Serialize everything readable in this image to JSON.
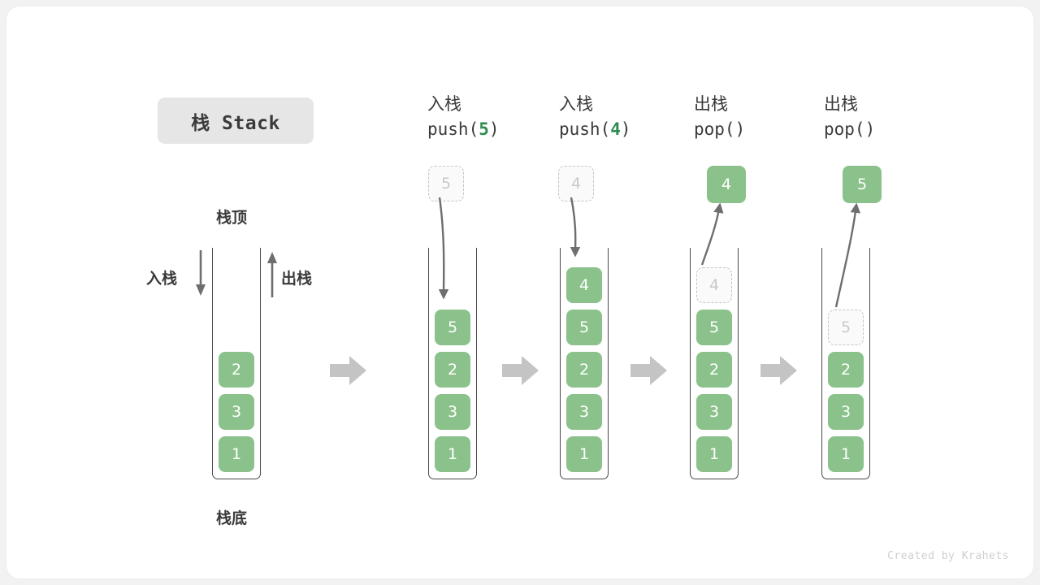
{
  "title_badge": "栈 Stack",
  "labels": {
    "top": "栈顶",
    "bottom": "栈底",
    "push": "入栈",
    "pop": "出栈"
  },
  "footer": "Created by Krahets",
  "colors": {
    "cell_fill": "#8bc28b",
    "cell_text": "#ffffff",
    "ghost_fill": "#fafafa",
    "ghost_text": "#c9c9c9",
    "ghost_border": "#c4c4c4",
    "container_border": "#4a4a4a",
    "flow_arrow": "#c4c4c4",
    "curve_arrow": "#6e6e6e",
    "code_arg": "#2f8c4f",
    "badge_bg": "#e6e6e6",
    "card_bg": "#ffffff",
    "page_bg": "#f2f2f2"
  },
  "columns": [
    {
      "id": "initial",
      "op_cn": "",
      "op_code": "",
      "op_arg": "",
      "float_cell": null,
      "stack": [
        "2",
        "3",
        "1"
      ]
    },
    {
      "id": "push-5",
      "op_cn": "入栈",
      "op_code_prefix": "push(",
      "op_arg": "5",
      "op_code_suffix": ")",
      "float_cell": {
        "value": "5",
        "style": "ghost"
      },
      "stack": [
        "5",
        "2",
        "3",
        "1"
      ]
    },
    {
      "id": "push-4",
      "op_cn": "入栈",
      "op_code_prefix": "push(",
      "op_arg": "4",
      "op_code_suffix": ")",
      "float_cell": {
        "value": "4",
        "style": "ghost"
      },
      "stack": [
        "4",
        "5",
        "2",
        "3",
        "1"
      ]
    },
    {
      "id": "pop-1",
      "op_cn": "出栈",
      "op_code_prefix": "pop(",
      "op_arg": "",
      "op_code_suffix": ")",
      "float_cell": {
        "value": "4",
        "style": "solid"
      },
      "stack": [
        "4",
        "5",
        "2",
        "3",
        "1"
      ],
      "ghost_index": 0
    },
    {
      "id": "pop-2",
      "op_cn": "出栈",
      "op_code_prefix": "pop(",
      "op_arg": "",
      "op_code_suffix": ")",
      "float_cell": {
        "value": "5",
        "style": "solid"
      },
      "stack": [
        "5",
        "2",
        "3",
        "1"
      ],
      "ghost_index": 0
    }
  ]
}
